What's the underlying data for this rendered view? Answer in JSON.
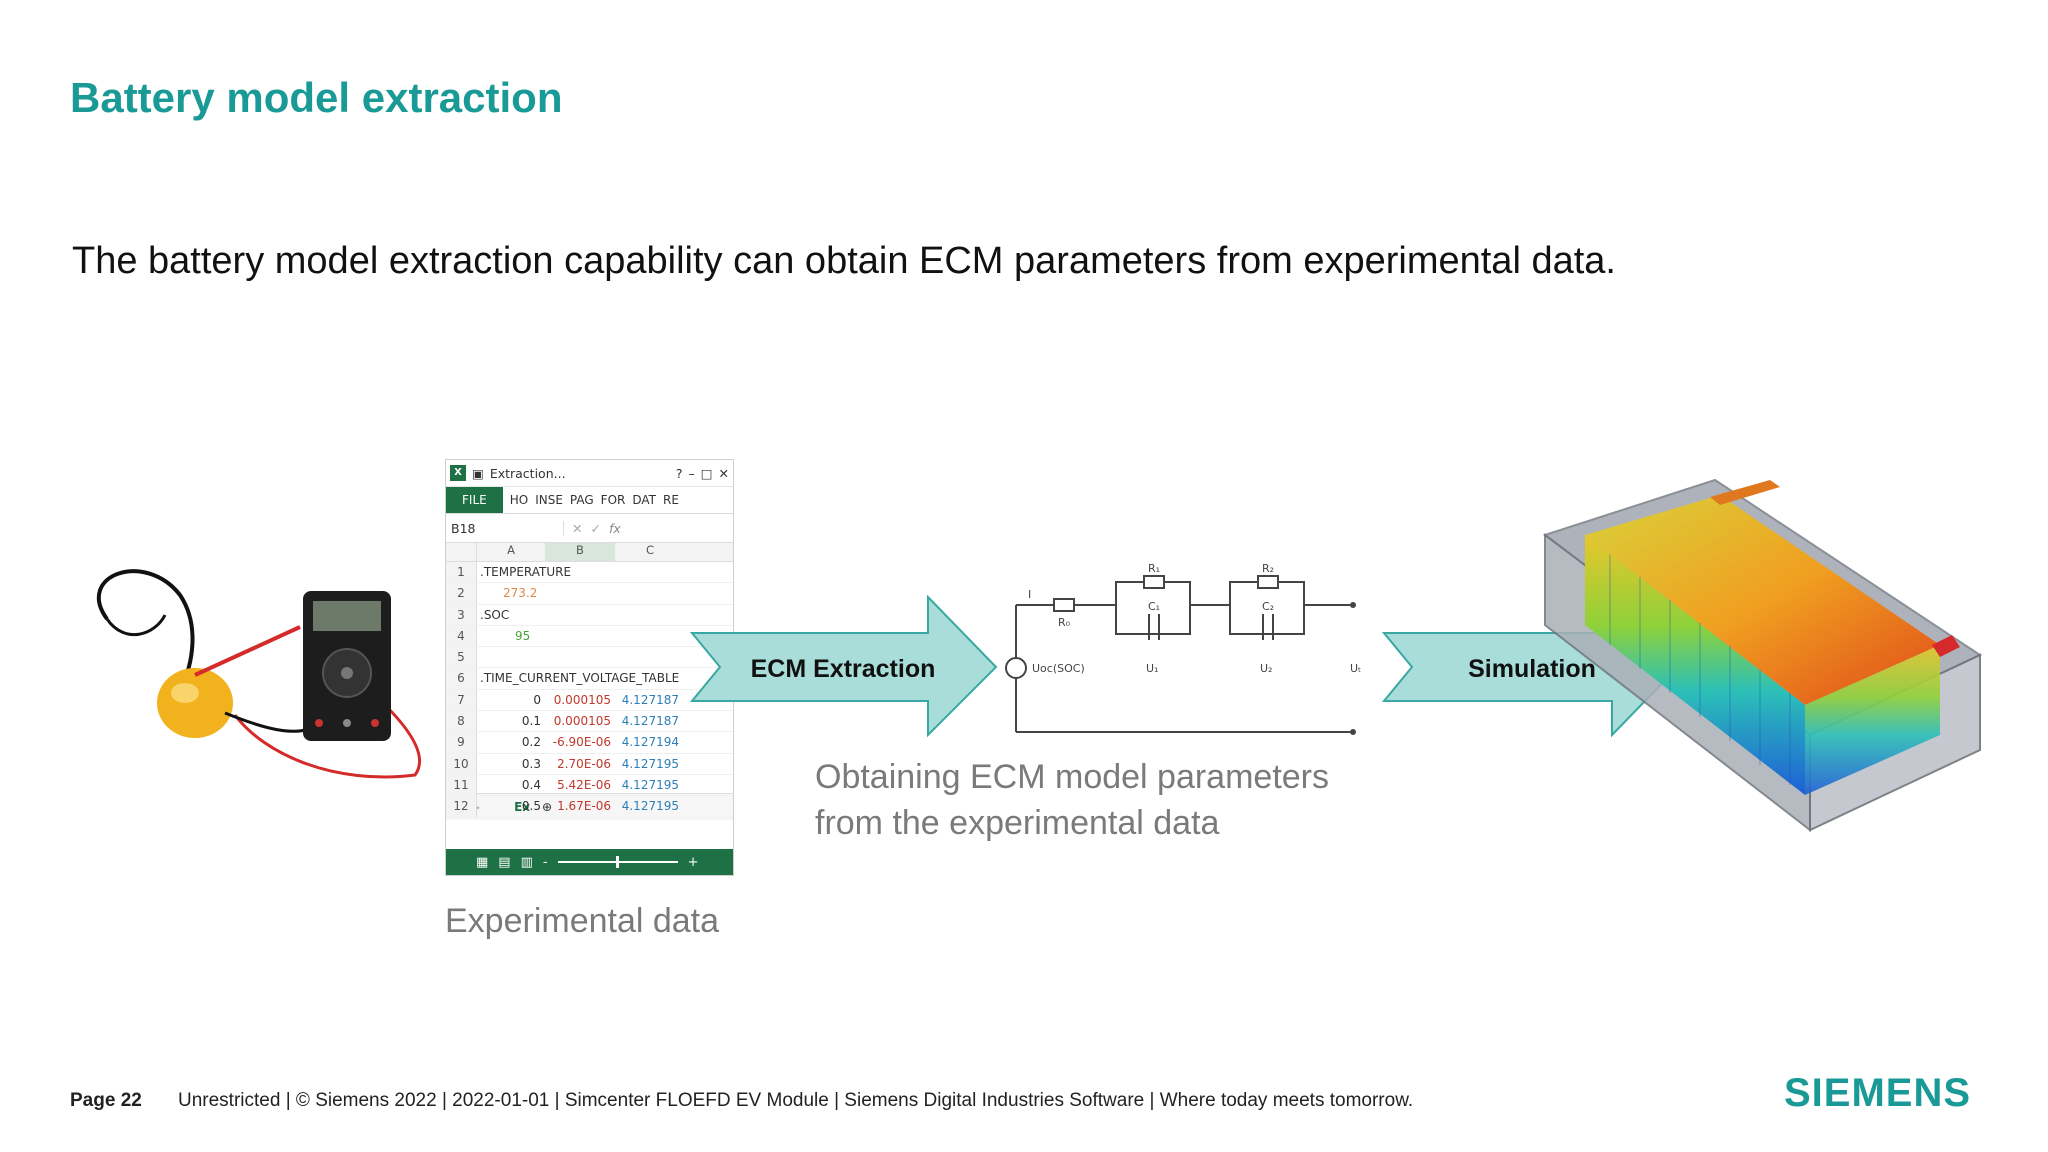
{
  "slide": {
    "title": "Battery model extraction",
    "subtitle": "The battery model extraction capability can obtain ECM parameters from experimental data."
  },
  "flow": {
    "arrow1_label": "ECM Extraction",
    "arrow2_label": "Simulation",
    "caption_data": "Experimental data",
    "caption_ecm_line1": "Obtaining ECM model parameters",
    "caption_ecm_line2": "from the experimental data"
  },
  "spreadsheet": {
    "window_title": "Extraction...",
    "ribbon_tabs": [
      "FILE",
      "HO",
      "INSE",
      "PAG",
      "FOR",
      "DAT",
      "RE"
    ],
    "name_box": "B18",
    "columns": [
      "A",
      "B",
      "C"
    ],
    "rows": [
      {
        "num": "1",
        "a": ".TEMPERATURE",
        "b": "",
        "c": ""
      },
      {
        "num": "2",
        "a": "",
        "b": "273.2",
        "c": ""
      },
      {
        "num": "3",
        "a": ".SOC",
        "b": "",
        "c": ""
      },
      {
        "num": "4",
        "a": "",
        "b": "95",
        "c": ""
      },
      {
        "num": "5",
        "a": "",
        "b": "",
        "c": ""
      },
      {
        "num": "6",
        "a": ".TIME_CURRENT_VOLTAGE_TABLE",
        "b": "",
        "c": ""
      },
      {
        "num": "7",
        "a": "0",
        "b": "0.000105",
        "c": "4.127187"
      },
      {
        "num": "8",
        "a": "0.1",
        "b": "0.000105",
        "c": "4.127187"
      },
      {
        "num": "9",
        "a": "0.2",
        "b": "-6.90E-06",
        "c": "4.127194"
      },
      {
        "num": "10",
        "a": "0.3",
        "b": "2.70E-06",
        "c": "4.127195"
      },
      {
        "num": "11",
        "a": "0.4",
        "b": "5.42E-06",
        "c": "4.127195"
      },
      {
        "num": "12",
        "a": "0.5",
        "b": "1.67E-06",
        "c": "4.127195"
      }
    ],
    "sheet_tab": "Ex"
  },
  "circuit": {
    "labels": [
      "I",
      "R₀",
      "R₁",
      "C₁",
      "R₂",
      "C₂",
      "U₁",
      "U₂",
      "Uoc(SOC)",
      "Uₜ"
    ]
  },
  "footer": {
    "page": "Page 22",
    "text": "Unrestricted | © Siemens 2022 | 2022-01-01 | Simcenter FLOEFD EV Module | Siemens Digital Industries Software | Where today meets tomorrow.",
    "logo": "SIEMENS"
  },
  "colors": {
    "accent": "#1a9a96",
    "arrow_fill": "#a8ddd9",
    "excel_green": "#1e7145"
  }
}
